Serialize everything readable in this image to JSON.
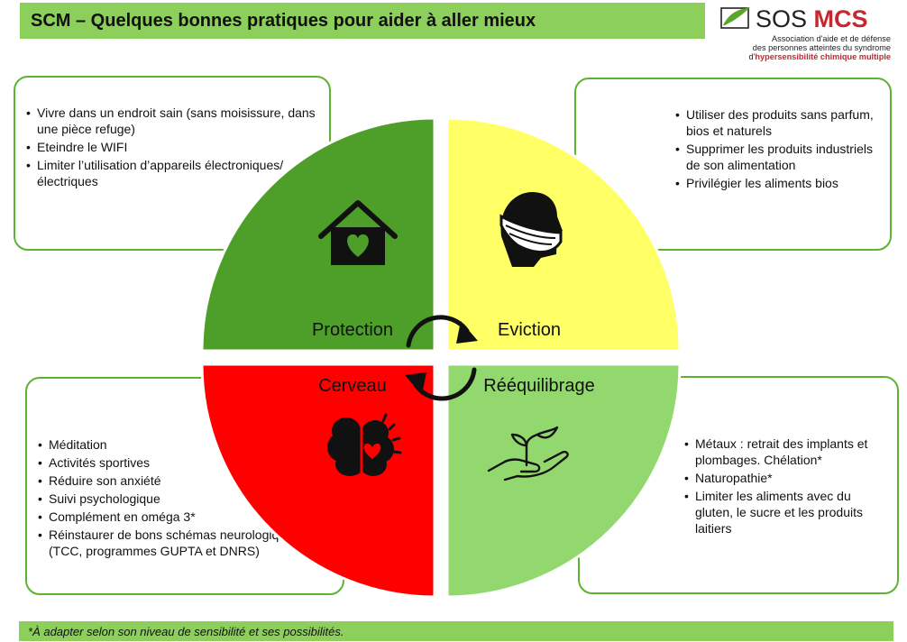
{
  "header": {
    "title": "SCM – Quelques bonnes pratiques pour aider à aller mieux"
  },
  "logo": {
    "name_part1": "SOS ",
    "name_part2": "MCS",
    "line1": "Association d'aide et de défense",
    "line2": "des personnes atteintes du syndrome",
    "line3_prefix": "d'",
    "line3_highlight": "hypersensibilité chimique multiple"
  },
  "quadrants": {
    "protection": {
      "label": "Protection",
      "color": "#4e9e2a",
      "icon": "house-heart-icon",
      "items": [
        "Vivre dans un endroit sain (sans moisissure, dans une pièce refuge)",
        "Eteindre le WIFI",
        "Limiter l’utilisation d’appareils électroniques/électriques"
      ]
    },
    "eviction": {
      "label": "Eviction",
      "color": "#ffff66",
      "icon": "face-mask-icon",
      "items": [
        "Utiliser des produits sans parfum, bios et naturels",
        "Supprimer les produits industriels de son alimentation",
        "Privilégier les aliments bios"
      ]
    },
    "cerveau": {
      "label": "Cerveau",
      "color": "#ff0000",
      "icon": "brain-heart-icon",
      "items": [
        "Méditation",
        "Activités sportives",
        "Réduire son anxiété",
        "Suivi psychologique",
        "Complément en oméga 3*",
        "Réinstaurer de bons schémas neurologiques (TCC, programmes GUPTA et DNRS)"
      ]
    },
    "reequilibrage": {
      "label": "Rééquilibrage",
      "color": "#92d86e",
      "icon": "hand-plant-icon",
      "items": [
        "Métaux : retrait des implants et plombages. Chélation*",
        "Naturopathie*",
        "Limiter les aliments avec du gluten, le sucre et les produits laitiers"
      ]
    }
  },
  "footer": {
    "note": "*À adapter selon son niveau de sensibilité et ses possibilités."
  }
}
